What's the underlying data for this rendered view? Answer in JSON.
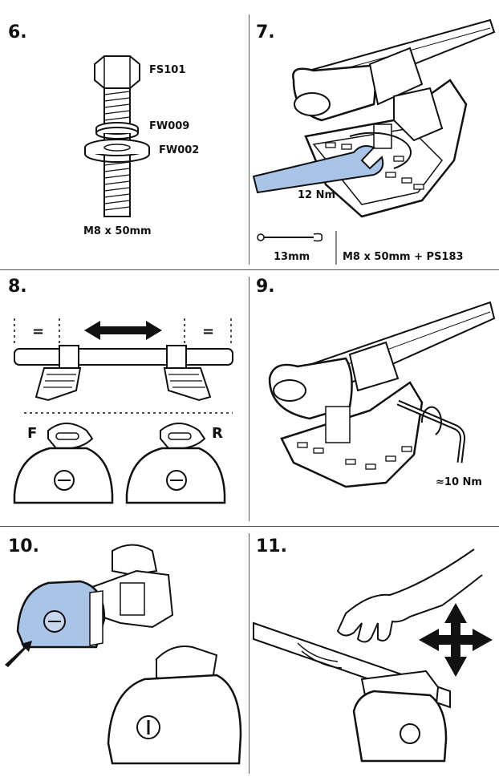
{
  "steps": {
    "s6": "6.",
    "s7": "7.",
    "s8": "8.",
    "s9": "9.",
    "s10": "10.",
    "s11": "11."
  },
  "step6": {
    "bolt_code": "FS101",
    "washer1_code": "FW009",
    "washer2_code": "FW002",
    "bolt_size": "M8 x 50mm"
  },
  "step7": {
    "torque": "12 Nm",
    "wrench_size": "13mm",
    "parts": "M8 x 50mm + PS183"
  },
  "step8": {
    "equal_left": "=",
    "equal_right": "=",
    "front_label": "F",
    "rear_label": "R"
  },
  "step9": {
    "torque": "≈10 Nm"
  },
  "colors": {
    "highlight_blue": "#a9c4e6",
    "line": "#111111"
  }
}
